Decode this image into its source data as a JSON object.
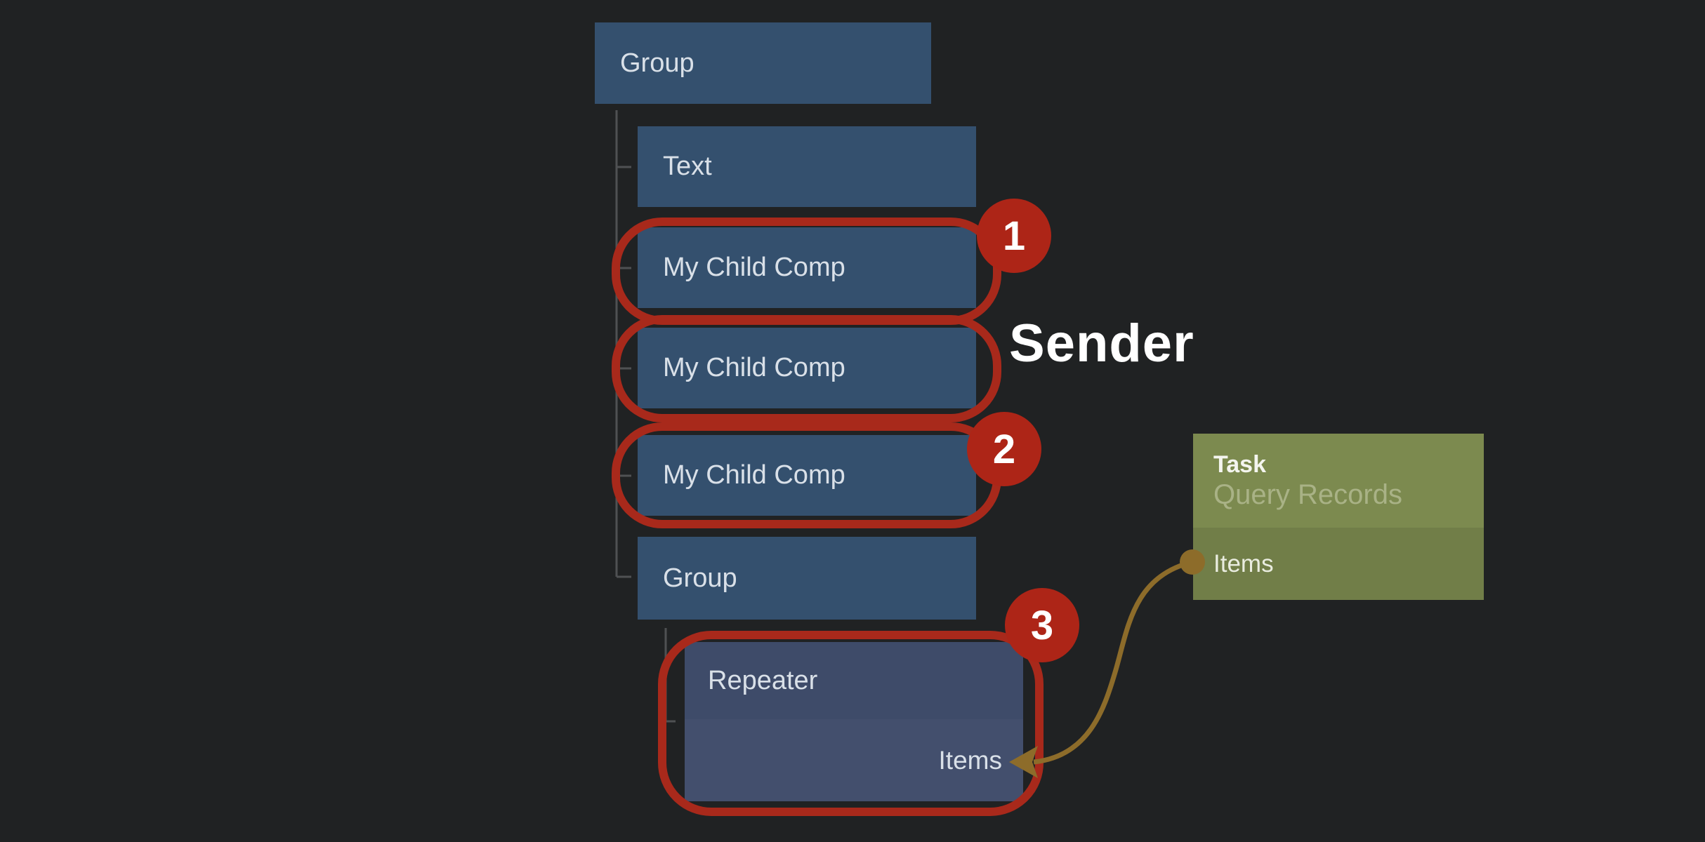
{
  "diagram": {
    "tree": {
      "root": {
        "label": "Group"
      },
      "children": [
        {
          "label": "Text"
        },
        {
          "label": "My Child Comp"
        },
        {
          "label": "My Child Comp"
        },
        {
          "label": "My Child Comp"
        },
        {
          "label": "Group"
        }
      ],
      "repeater": {
        "label": "Repeater",
        "port_label": "Items"
      }
    },
    "annotations": {
      "badges": [
        {
          "label": "1"
        },
        {
          "label": "2"
        },
        {
          "label": "3"
        }
      ],
      "sender_label": "Sender"
    },
    "task_card": {
      "title": "Task",
      "subtitle": "Query Records",
      "port_label": "Items"
    }
  },
  "colors": {
    "bg": "#202223",
    "blue": "#34506e",
    "repeaterHeader": "#3e4b69",
    "repeaterBody": "#434f6d",
    "annotationRed": "#a8291b",
    "badgeRed": "#ad2517",
    "greenHeader": "#7c8a4f",
    "greenBody": "#717e48",
    "connectorTan": "#8d6c2a",
    "treeLine": "#4f5153"
  }
}
